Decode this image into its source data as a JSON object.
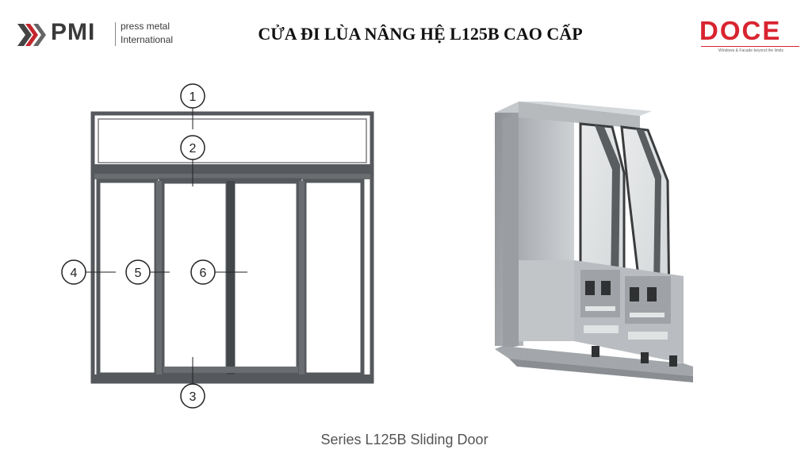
{
  "header": {
    "pmi_logo": {
      "word": "PMI",
      "line1": "press metal",
      "line2": "International"
    },
    "title": "CỬA ĐI LÙA NÂNG HỆ L125B CAO CẤP",
    "doce_logo": {
      "word": "DOCE",
      "tagline": "Windows & Facade beyond the limits"
    }
  },
  "diagram": {
    "callouts": [
      "1",
      "2",
      "3",
      "4",
      "5",
      "6"
    ]
  },
  "caption": "Series L125B Sliding Door",
  "colors": {
    "frame": "#55585c",
    "brand_red": "#d8242f",
    "profile_grey": "#b9bcc0"
  }
}
